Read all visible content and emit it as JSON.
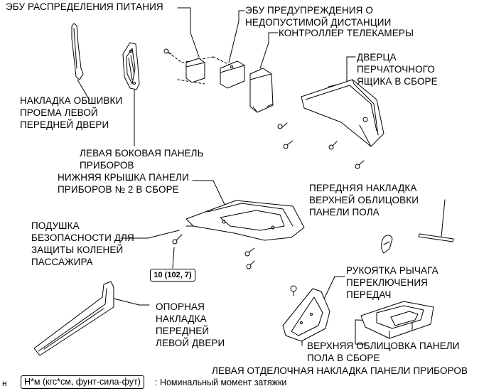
{
  "labels": {
    "power_ecu": "ЭБУ РАСПРЕДЕЛЕНИЯ ПИТАНИЯ",
    "distance_ecu": "ЭБУ ПРЕДУПРЕЖДЕНИЯ О\nНЕДОПУСТИМОЙ ДИСТАНЦИИ",
    "camera_controller": "КОНТРОЛЛЕР ТЕЛЕКАМЕРЫ",
    "glovebox_door": "ДВЕРЦА\nПЕРЧАТОЧНОГО\nЯЩИКА В СБОРЕ",
    "front_door_trim": "НАКЛАДКА ОБШИВКИ\nПРОЕМА ЛЕВОЙ\nПЕРЕДНЕЙ ДВЕРИ",
    "side_panel": "ЛЕВАЯ БОКОВАЯ ПАНЕЛЬ\nПРИБОРОВ",
    "lower_cover": "НИЖНЯЯ КРЫШКА ПАНЕЛИ\nПРИБОРОВ № 2 В СБОРЕ",
    "front_console_trim": "ПЕРЕДНЯЯ НАКЛАДКА\nВЕРХНЕЙ ОБЛИЦОВКИ\nПАНЕЛИ ПОЛА",
    "knee_airbag": "ПОДУШКА\nБЕЗОПАСНОСТИ ДЛЯ\nЗАЩИТЫ КОЛЕНЕЙ\nПАССАЖИРА",
    "shift_knob": "РУКОЯТКА РЫЧАГА\nПЕРЕКЛЮЧЕНИЯ\nПЕРЕДАЧ",
    "scuff_plate": "ОПОРНАЯ\nНАКЛАДКА\nПЕРЕДНЕЙ\nЛЕВОЙ ДВЕРИ",
    "upper_console": "ВЕРХНЯЯ ОБЛИЦОВКА ПАНЕЛИ\nПОЛА В СБОРЕ",
    "finish_panel": "ЛЕВАЯ ОТДЕЛОЧНАЯ НАКЛАДКА ПАНЕЛИ ПРИБОРОВ"
  },
  "torque_value": "10 (102, 7)",
  "legend": {
    "units": "Н*м (кгс*см, фунт-сила-фут)",
    "description": ": Номинальный момент затяжки"
  },
  "corner_mark": "н"
}
